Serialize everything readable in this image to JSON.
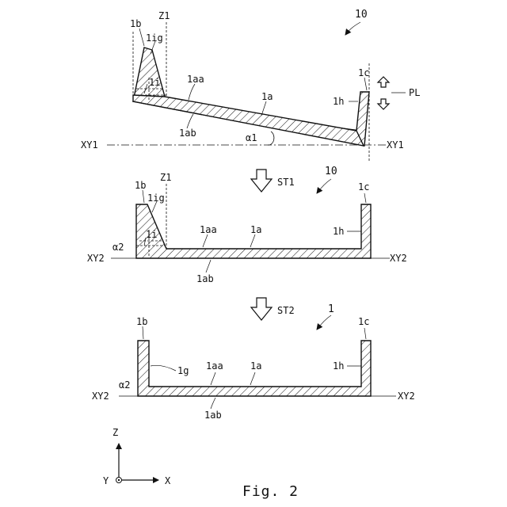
{
  "figure_caption": "Fig. 2",
  "step1": {
    "ref": "10",
    "labels": {
      "b": "1b",
      "z1": "Z1",
      "ig": "1ig",
      "i": "1i",
      "aa": "1aa",
      "a": "1a",
      "c": "1c",
      "pl": "PL",
      "h": "1h",
      "ab": "1ab",
      "xy_left": "XY1",
      "xy_right": "XY1",
      "alpha": "α1"
    }
  },
  "arrow1": {
    "label": "ST1"
  },
  "step2": {
    "ref": "10",
    "labels": {
      "b": "1b",
      "z1": "Z1",
      "ig": "1ig",
      "i": "1i",
      "aa": "1aa",
      "a": "1a",
      "c": "1c",
      "h": "1h",
      "ab": "1ab",
      "xy_left": "XY2",
      "xy_right": "XY2",
      "alpha": "α2"
    }
  },
  "arrow2": {
    "label": "ST2"
  },
  "step3": {
    "ref": "1",
    "labels": {
      "b": "1b",
      "c": "1c",
      "g": "1g",
      "aa": "1aa",
      "a": "1a",
      "h": "1h",
      "ab": "1ab",
      "xy_left": "XY2",
      "xy_right": "XY2",
      "alpha": "α2"
    }
  },
  "axes": {
    "z": "Z",
    "y": "Y",
    "x": "X"
  }
}
